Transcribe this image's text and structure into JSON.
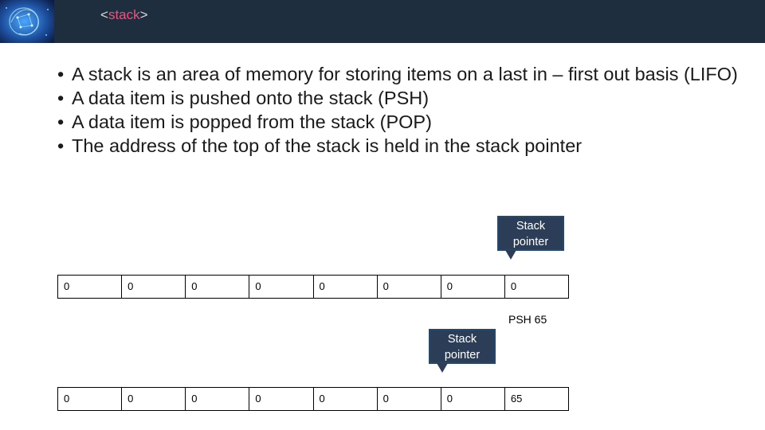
{
  "header": {
    "title_open": "<",
    "title_keyword": "stack",
    "title_close": ">"
  },
  "bullets": [
    "A stack is an area of memory for storing items on a last in – first out basis (LIFO)",
    "A data item is pushed onto the stack  (PSH)",
    "A data item is popped from the stack (POP)",
    "The address of the top of the stack is held in the stack pointer"
  ],
  "diagram": {
    "pointer_label_1": "Stack",
    "pointer_label_2": "pointer",
    "before_cells": [
      "0",
      "0",
      "0",
      "0",
      "0",
      "0",
      "0",
      "0"
    ],
    "operation": "PSH 65",
    "after_cells": [
      "0",
      "0",
      "0",
      "0",
      "0",
      "0",
      "0",
      "65"
    ]
  },
  "colors": {
    "header_bg": "#1f2e3f",
    "keyword": "#f0507a",
    "callout_bg": "#2c3e57"
  }
}
